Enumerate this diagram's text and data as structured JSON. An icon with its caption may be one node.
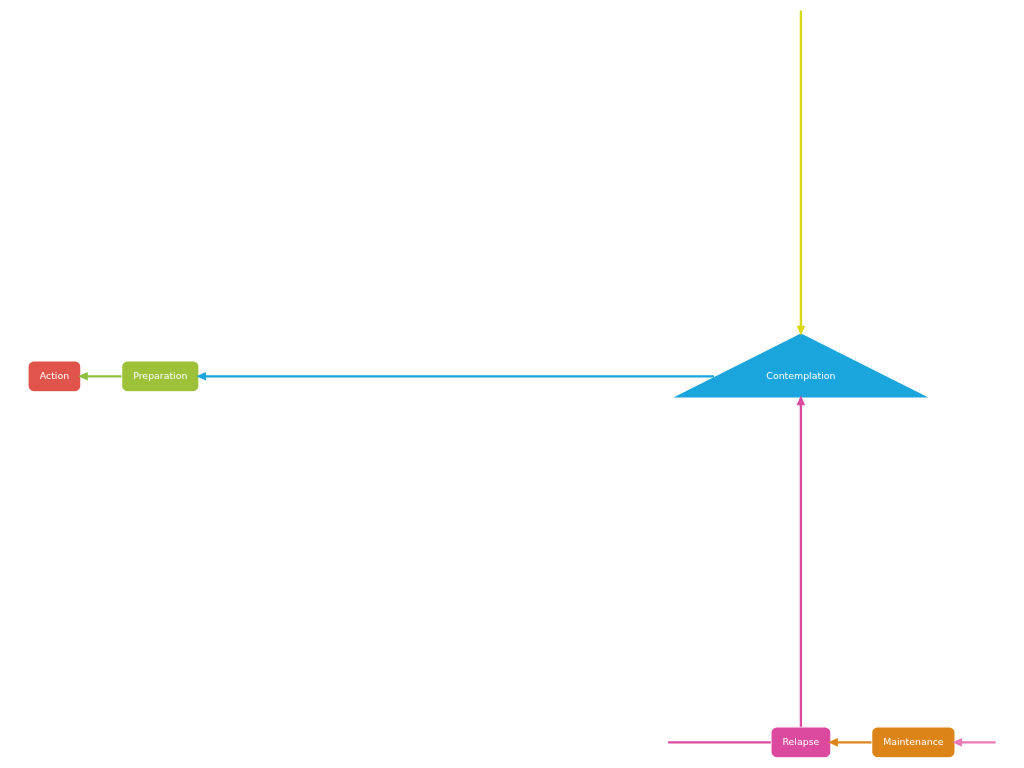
{
  "diagram": {
    "nodes": [
      {
        "text": [
          "Action"
        ]
      },
      {
        "text": [
          "Maintenance"
        ]
      },
      {
        "text": [
          "Relapse"
        ]
      },
      {
        "text": [
          "Contemplation"
        ]
      },
      {
        "text": [
          "Preparation"
        ]
      }
    ],
    "edges": [
      {
        "from": 4,
        "to": 0,
        "arrow": "to",
        "color": "#8cbf3f"
      },
      {
        "from": 1,
        "to": 2,
        "arrow": "to",
        "color": "#dc8417"
      },
      {
        "from": 2,
        "to": 3,
        "arrow": "to",
        "color": "#dc4aa0"
      },
      {
        "from": 3,
        "to": 4,
        "arrow": "to",
        "color": "#1aa5dc"
      },
      {
        "from": null,
        "to": 3,
        "arrow": "to",
        "color": "#d8d816"
      },
      {
        "from": 2,
        "to": null,
        "arrow": "none",
        "color": "#dc4aa0"
      },
      {
        "from": null,
        "to": 1,
        "arrow": "to",
        "color": "#e87bb5"
      }
    ]
  }
}
